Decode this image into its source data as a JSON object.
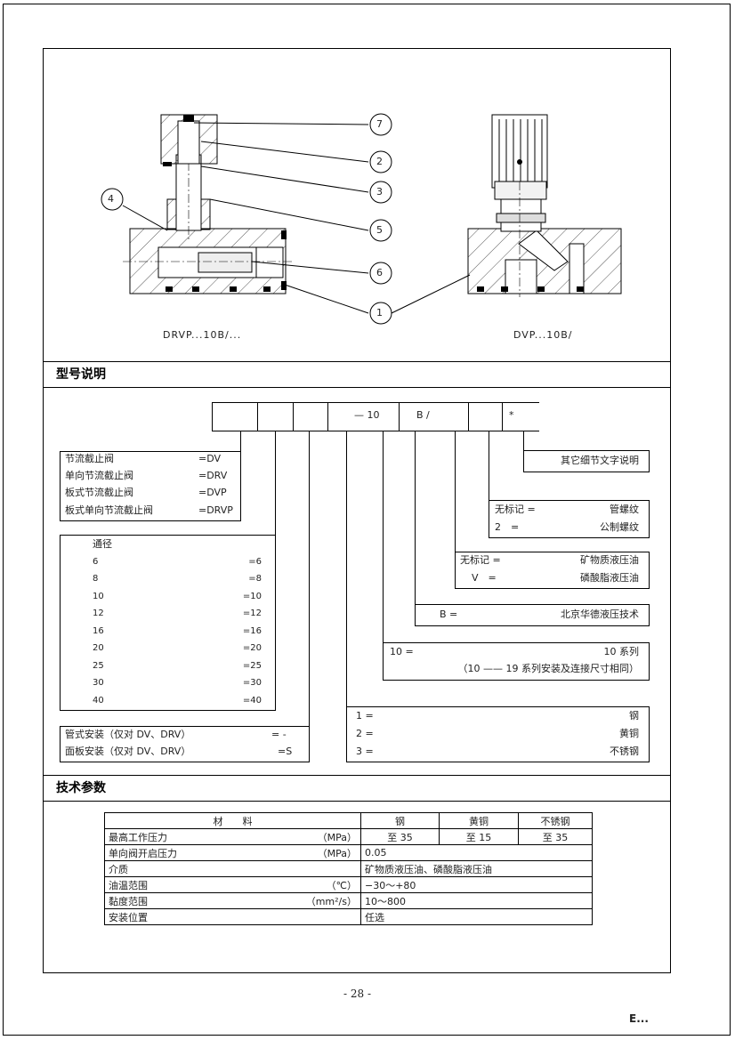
{
  "figure": {
    "callouts": [
      "7",
      "2",
      "3",
      "5",
      "6",
      "1",
      "4"
    ],
    "caption_left": "DRVP...10B/...",
    "caption_right": "DVP...10B/"
  },
  "model_section": {
    "title": "型号说明",
    "code_cells": [
      "",
      "",
      "",
      "— 10",
      "B /",
      "",
      "*"
    ],
    "type_box": [
      {
        "name": "节流截止阀",
        "code": "=DV"
      },
      {
        "name": "单向节流截止阀",
        "code": "=DRV"
      },
      {
        "name": "板式节流截止阀",
        "code": "=DVP"
      },
      {
        "name": "板式单向节流截止阀",
        "code": "=DRVP"
      }
    ],
    "bore_box": {
      "title": "通径",
      "rows": [
        {
          "size": "6",
          "code": "=6"
        },
        {
          "size": "8",
          "code": "=8"
        },
        {
          "size": "10",
          "code": "=10"
        },
        {
          "size": "12",
          "code": "=12"
        },
        {
          "size": "16",
          "code": "=16"
        },
        {
          "size": "20",
          "code": "=20"
        },
        {
          "size": "25",
          "code": "=25"
        },
        {
          "size": "30",
          "code": "=30"
        },
        {
          "size": "40",
          "code": "=40"
        }
      ]
    },
    "mount_box": [
      {
        "name": "管式安装（仅对 DV、DRV）",
        "code": "= -"
      },
      {
        "name": "面板安装（仅对 DV、DRV）",
        "code": "=S"
      }
    ],
    "other_box": "其它细节文字说明",
    "thread_box": [
      {
        "key": "无标记 =",
        "value": "管螺纹"
      },
      {
        "key": "2　=",
        "value": "公制螺纹"
      }
    ],
    "seal_box": [
      {
        "key": "无标记 =",
        "value": "矿物质液压油"
      },
      {
        "key": "V　=",
        "value": "磷酸脂液压油"
      }
    ],
    "brand_box": {
      "key": "B =",
      "value": "北京华德液压技术"
    },
    "series_box": {
      "key": "10 =",
      "value": "10 系列",
      "note": "（10 —— 19 系列安装及连接尺寸相同）"
    },
    "material_box": [
      {
        "key": "1 =",
        "value": "钢"
      },
      {
        "key": "2 =",
        "value": "黄铜"
      },
      {
        "key": "3 =",
        "value": "不锈钢"
      }
    ]
  },
  "tech_section": {
    "title": "技术参数",
    "header": {
      "label": "材　　料",
      "col1": "钢",
      "col2": "黄铜",
      "col3": "不锈钢"
    },
    "rows": [
      {
        "label": "最高工作压力",
        "unit": "（MPa）",
        "v1": "至 35",
        "v2": "至 15",
        "v3": "至 35"
      },
      {
        "label": "单向阀开启压力",
        "unit": "（MPa）",
        "value": "0.05"
      },
      {
        "label": "介质",
        "unit": "",
        "value": "矿物质液压油、磷酸脂液压油"
      },
      {
        "label": "油温范围",
        "unit": "（℃）",
        "value": "−30～+80"
      },
      {
        "label": "黏度范围",
        "unit": "（mm²/s）",
        "value": "10～800"
      },
      {
        "label": "安装位置",
        "unit": "",
        "value": "任选"
      }
    ]
  },
  "footer": {
    "page_number": "- 28 -",
    "mark": "E..."
  }
}
